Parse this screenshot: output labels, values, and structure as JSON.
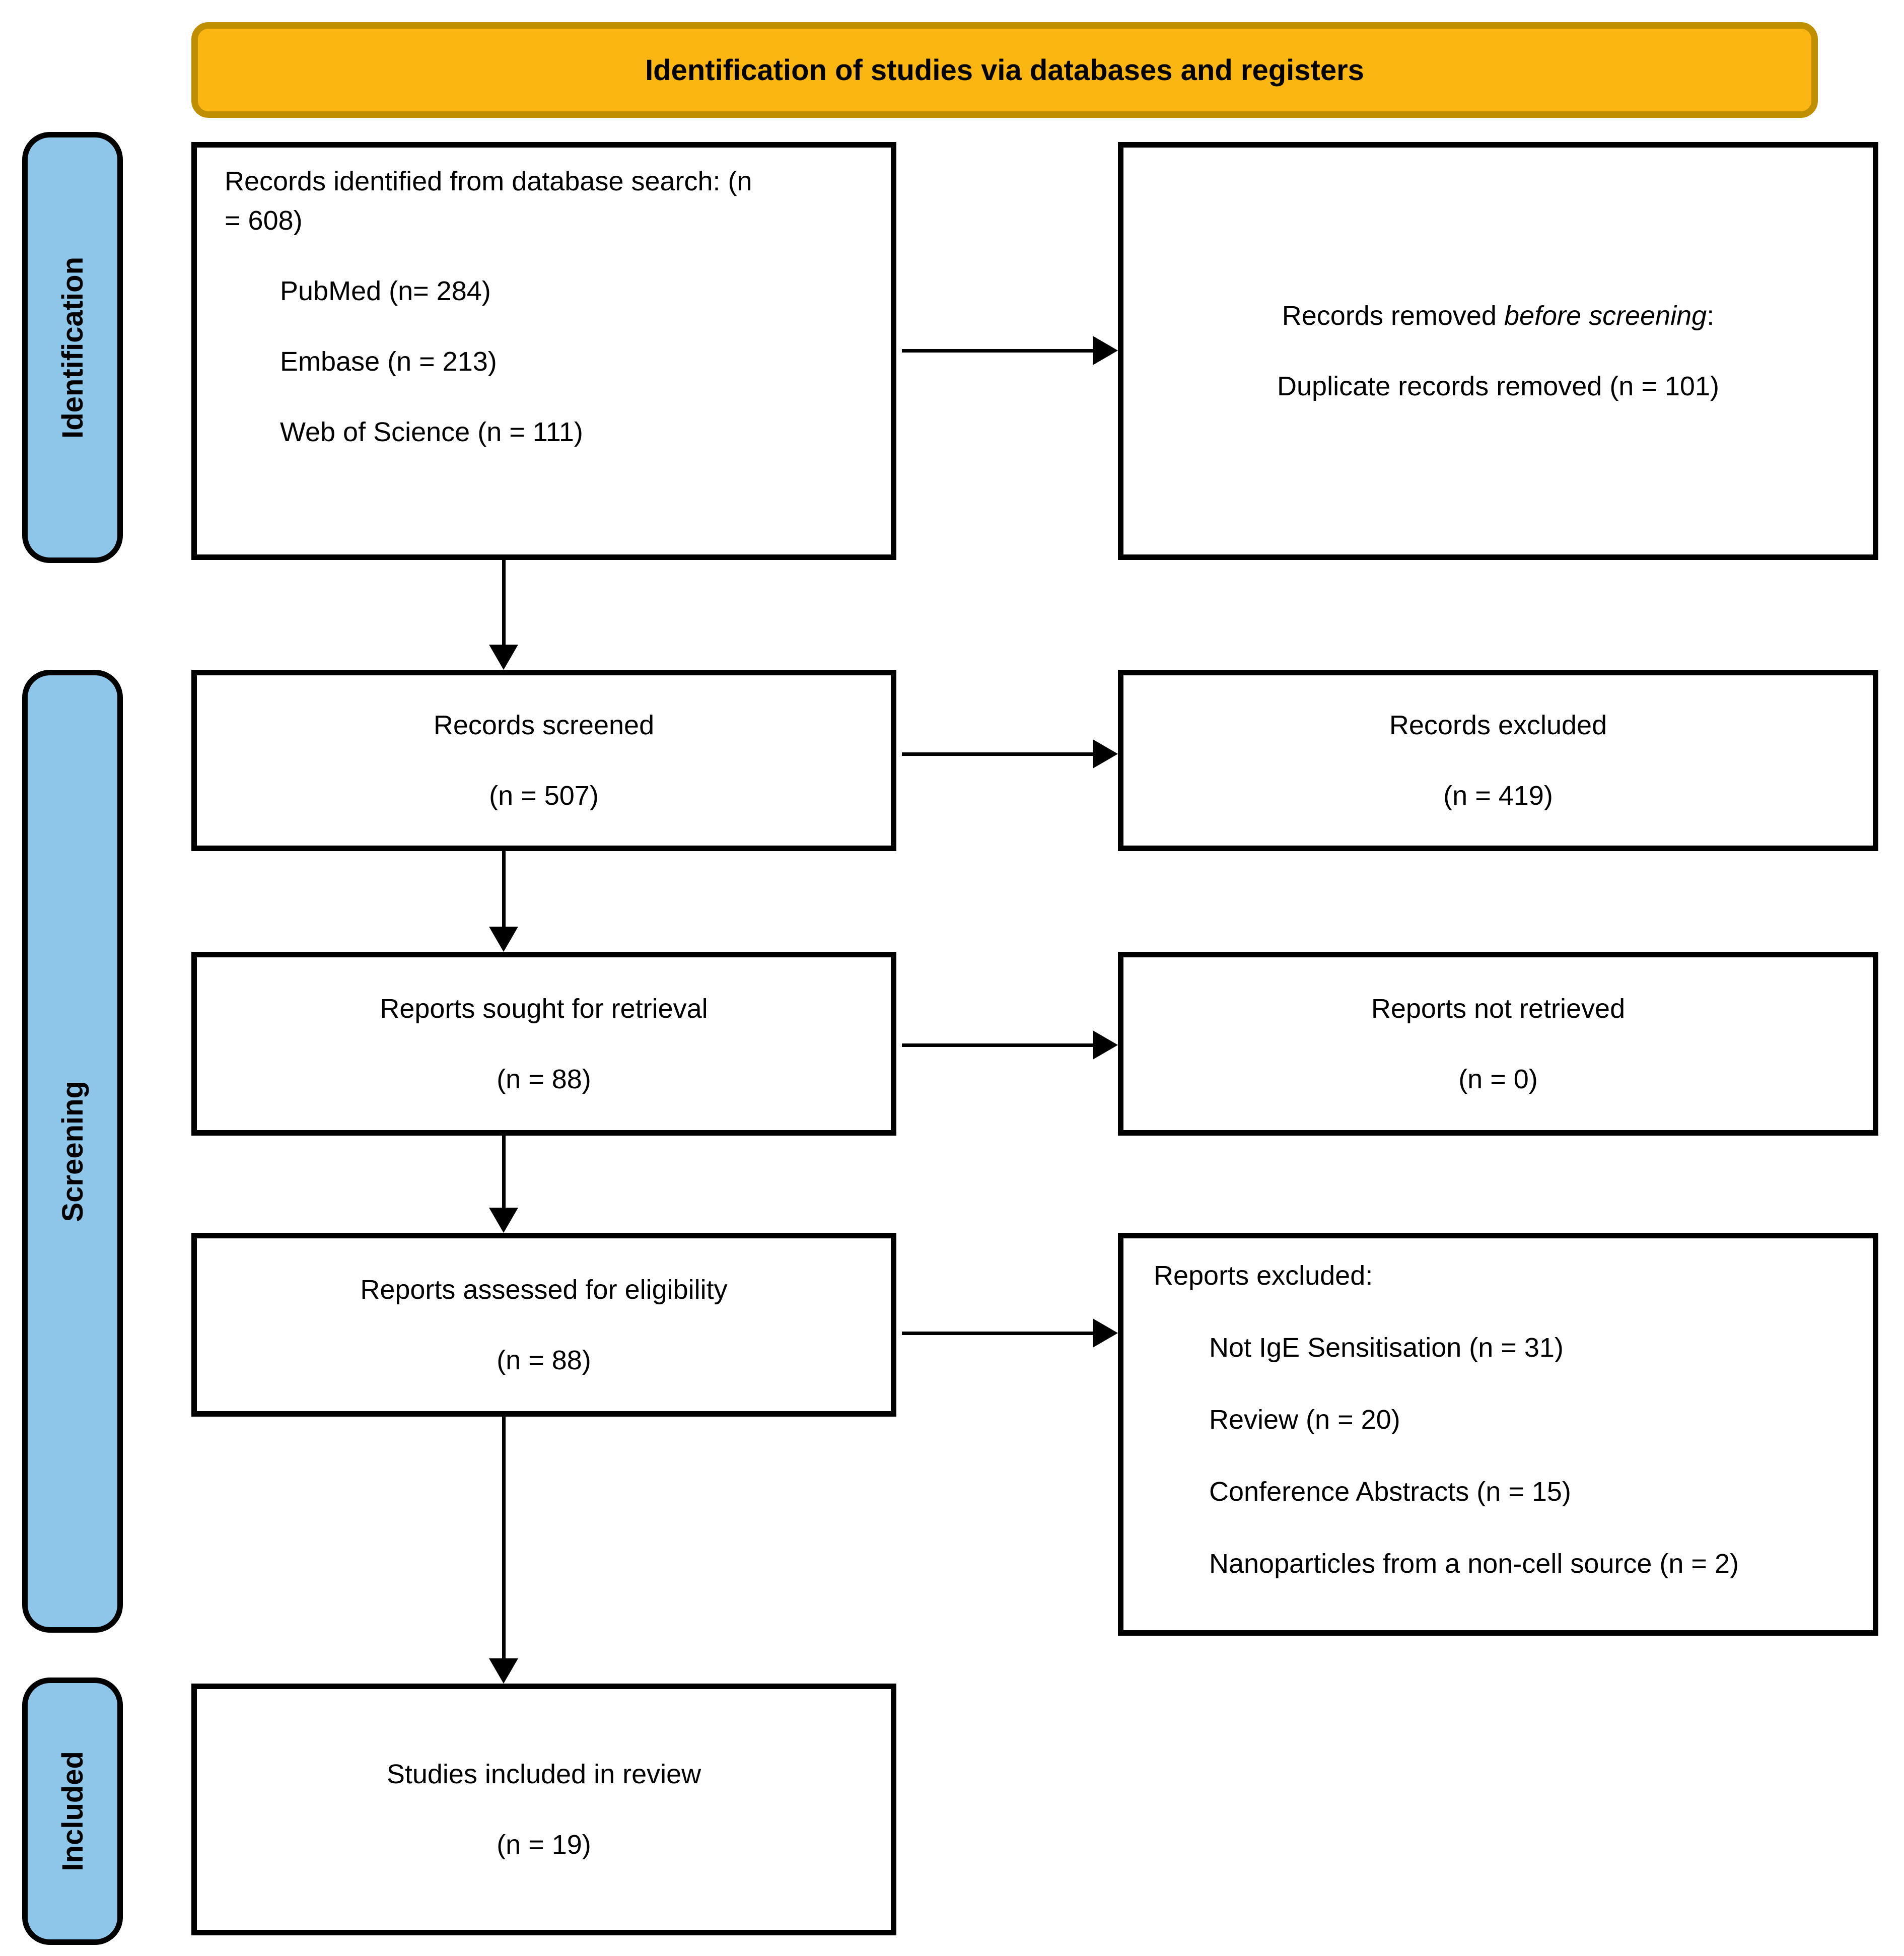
{
  "banner": {
    "title": "Identification of studies via databases and registers"
  },
  "stages": {
    "identification": "Identification",
    "screening": "Screening",
    "included": "Included"
  },
  "boxes": {
    "records_identified": {
      "line1": "Records identified from database search: (n",
      "line2": "= 608)",
      "sources": [
        "PubMed (n= 284)",
        "Embase (n = 213)",
        "Web of Science (n = 111)"
      ]
    },
    "records_removed": {
      "heading_prefix": "Records removed ",
      "heading_italic": "before screening",
      "heading_suffix": ":",
      "detail": "Duplicate records removed (n = 101)"
    },
    "records_screened": {
      "line1": "Records screened",
      "line2": "(n = 507)"
    },
    "records_excluded": {
      "line1": "Records excluded",
      "line2": "(n = 419)"
    },
    "reports_sought": {
      "line1": "Reports sought for retrieval",
      "line2": "(n = 88)"
    },
    "reports_not_retrieved": {
      "line1": "Reports not retrieved",
      "line2": "(n = 0)"
    },
    "reports_assessed": {
      "line1": "Reports assessed for eligibility",
      "line2": "(n = 88)"
    },
    "reports_excluded": {
      "heading": "Reports excluded:",
      "reasons": [
        "Not IgE Sensitisation (n = 31)",
        "Review (n = 20)",
        "Conference Abstracts (n = 15)",
        "Nanoparticles from a non-cell source (n = 2)"
      ]
    },
    "studies_included": {
      "line1": "Studies included in review",
      "line2": "(n = 19)"
    }
  },
  "colors": {
    "banner_fill": "#FBB612",
    "banner_border": "#BF8F00",
    "stage_fill": "#8DC6E8",
    "stage_border": "#000000",
    "box_border": "#000000",
    "arrow": "#000000"
  }
}
